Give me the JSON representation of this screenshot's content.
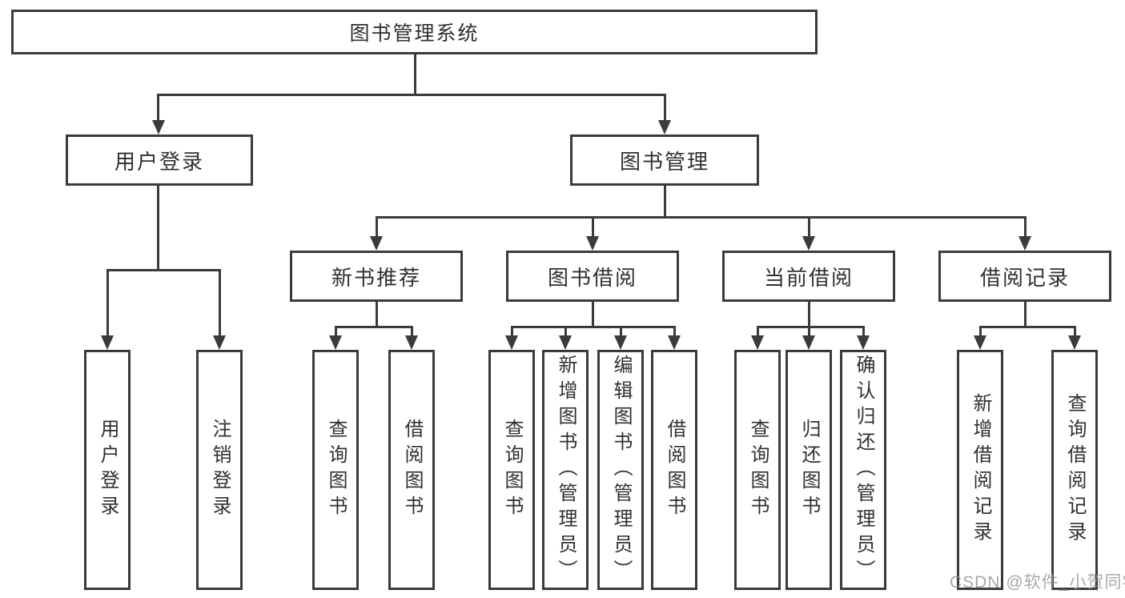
{
  "tree": {
    "root_label": "图书管理系统",
    "level2": [
      {
        "label": "用户登录",
        "children": [
          {
            "label": "用户登录"
          },
          {
            "label": "注销登录"
          }
        ]
      },
      {
        "label": "图书管理",
        "children": [
          {
            "label": "新书推荐",
            "children": [
              {
                "label": "查询图书"
              },
              {
                "label": "借阅图书"
              }
            ]
          },
          {
            "label": "图书借阅",
            "children": [
              {
                "label": "查询图书"
              },
              {
                "label": "新增图书（管理员）"
              },
              {
                "label": "编辑图书（管理员）"
              },
              {
                "label": "借阅图书"
              }
            ]
          },
          {
            "label": "当前借阅",
            "children": [
              {
                "label": "查询图书"
              },
              {
                "label": "归还图书"
              },
              {
                "label": "确认归还（管理员）"
              }
            ]
          },
          {
            "label": "借阅记录",
            "children": [
              {
                "label": "新增借阅记录"
              },
              {
                "label": "查询借阅记录"
              }
            ]
          }
        ]
      }
    ]
  },
  "watermark": "CSDN @软件_小贺同学",
  "colors": {
    "line": "#3b3b3b",
    "box_border": "#3b3b3b",
    "box_bg": "#ffffff",
    "text": "#303030",
    "watermark": "#919191"
  }
}
